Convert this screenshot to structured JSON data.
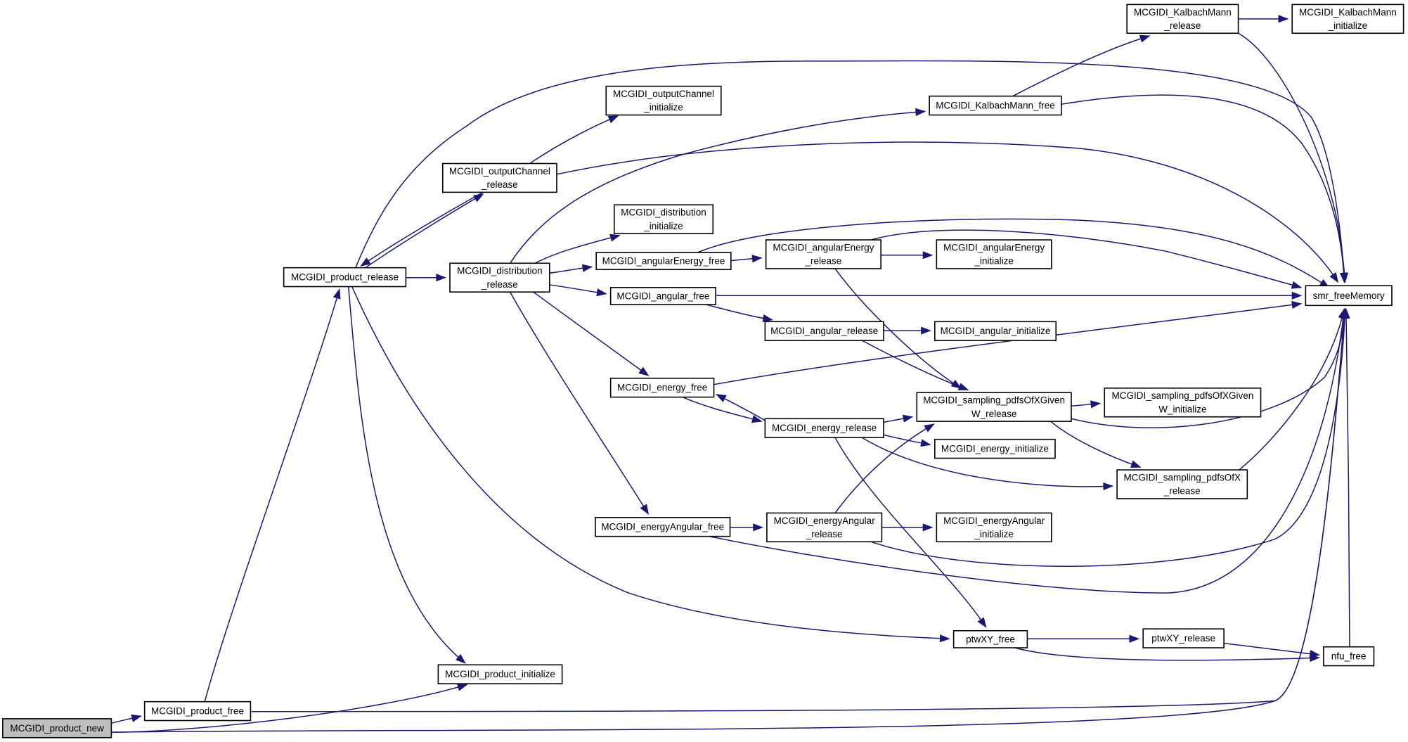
{
  "graph": {
    "nodes": [
      {
        "id": "product_new",
        "lines": [
          "MCGIDI_product_new"
        ],
        "root": true
      },
      {
        "id": "product_free",
        "lines": [
          "MCGIDI_product_free"
        ]
      },
      {
        "id": "product_release",
        "lines": [
          "MCGIDI_product_release"
        ]
      },
      {
        "id": "product_initialize",
        "lines": [
          "MCGIDI_product_initialize"
        ]
      },
      {
        "id": "outputChannel_release",
        "lines": [
          "MCGIDI_outputChannel",
          "_release"
        ]
      },
      {
        "id": "outputChannel_initialize",
        "lines": [
          "MCGIDI_outputChannel",
          "_initialize"
        ]
      },
      {
        "id": "distribution_release",
        "lines": [
          "MCGIDI_distribution",
          "_release"
        ]
      },
      {
        "id": "distribution_initialize",
        "lines": [
          "MCGIDI_distribution",
          "_initialize"
        ]
      },
      {
        "id": "angularEnergy_free",
        "lines": [
          "MCGIDI_angularEnergy_free"
        ]
      },
      {
        "id": "angularEnergy_release",
        "lines": [
          "MCGIDI_angularEnergy",
          "_release"
        ]
      },
      {
        "id": "angularEnergy_initialize",
        "lines": [
          "MCGIDI_angularEnergy",
          "_initialize"
        ]
      },
      {
        "id": "angular_free",
        "lines": [
          "MCGIDI_angular_free"
        ]
      },
      {
        "id": "angular_release",
        "lines": [
          "MCGIDI_angular_release"
        ]
      },
      {
        "id": "angular_initialize",
        "lines": [
          "MCGIDI_angular_initialize"
        ]
      },
      {
        "id": "energy_free",
        "lines": [
          "MCGIDI_energy_free"
        ]
      },
      {
        "id": "energy_release",
        "lines": [
          "MCGIDI_energy_release"
        ]
      },
      {
        "id": "energy_initialize",
        "lines": [
          "MCGIDI_energy_initialize"
        ]
      },
      {
        "id": "energyAngular_free",
        "lines": [
          "MCGIDI_energyAngular_free"
        ]
      },
      {
        "id": "energyAngular_release",
        "lines": [
          "MCGIDI_energyAngular",
          "_release"
        ]
      },
      {
        "id": "energyAngular_initialize",
        "lines": [
          "MCGIDI_energyAngular",
          "_initialize"
        ]
      },
      {
        "id": "KalbachMann_free",
        "lines": [
          "MCGIDI_KalbachMann_free"
        ]
      },
      {
        "id": "KalbachMann_release",
        "lines": [
          "MCGIDI_KalbachMann",
          "_release"
        ]
      },
      {
        "id": "KalbachMann_initialize",
        "lines": [
          "MCGIDI_KalbachMann",
          "_initialize"
        ]
      },
      {
        "id": "pdfsOfXGivenW_release",
        "lines": [
          "MCGIDI_sampling_pdfsOfXGiven",
          "W_release"
        ]
      },
      {
        "id": "pdfsOfXGivenW_initialize",
        "lines": [
          "MCGIDI_sampling_pdfsOfXGiven",
          "W_initialize"
        ]
      },
      {
        "id": "pdfsOfX_release",
        "lines": [
          "MCGIDI_sampling_pdfsOfX",
          "_release"
        ]
      },
      {
        "id": "ptwXY_free",
        "lines": [
          "ptwXY_free"
        ]
      },
      {
        "id": "ptwXY_release",
        "lines": [
          "ptwXY_release"
        ]
      },
      {
        "id": "nfu_free",
        "lines": [
          "nfu_free"
        ]
      },
      {
        "id": "smr_freeMemory",
        "lines": [
          "smr_freeMemory"
        ]
      }
    ],
    "edges": [
      [
        "product_new",
        "product_free"
      ],
      [
        "product_new",
        "product_initialize"
      ],
      [
        "product_new",
        "smr_freeMemory"
      ],
      [
        "product_free",
        "product_release"
      ],
      [
        "product_free",
        "smr_freeMemory"
      ],
      [
        "product_release",
        "outputChannel_release"
      ],
      [
        "product_release",
        "distribution_release"
      ],
      [
        "product_release",
        "smr_freeMemory"
      ],
      [
        "product_release",
        "product_initialize"
      ],
      [
        "product_release",
        "ptwXY_free"
      ],
      [
        "outputChannel_release",
        "product_release"
      ],
      [
        "outputChannel_release",
        "outputChannel_initialize"
      ],
      [
        "outputChannel_release",
        "smr_freeMemory"
      ],
      [
        "distribution_release",
        "distribution_initialize"
      ],
      [
        "distribution_release",
        "angularEnergy_free"
      ],
      [
        "distribution_release",
        "angular_free"
      ],
      [
        "distribution_release",
        "energy_free"
      ],
      [
        "distribution_release",
        "energyAngular_free"
      ],
      [
        "distribution_release",
        "KalbachMann_free"
      ],
      [
        "angularEnergy_free",
        "angularEnergy_release"
      ],
      [
        "angularEnergy_free",
        "smr_freeMemory"
      ],
      [
        "angularEnergy_release",
        "angularEnergy_initialize"
      ],
      [
        "angularEnergy_release",
        "pdfsOfXGivenW_release"
      ],
      [
        "angularEnergy_release",
        "smr_freeMemory"
      ],
      [
        "angular_free",
        "angular_release"
      ],
      [
        "angular_free",
        "smr_freeMemory"
      ],
      [
        "angular_release",
        "angular_initialize"
      ],
      [
        "angular_release",
        "pdfsOfXGivenW_release"
      ],
      [
        "angular_release",
        "smr_freeMemory"
      ],
      [
        "energy_free",
        "energy_release"
      ],
      [
        "energy_free",
        "smr_freeMemory"
      ],
      [
        "energy_release",
        "energy_free"
      ],
      [
        "energy_release",
        "pdfsOfXGivenW_release"
      ],
      [
        "energy_release",
        "energy_initialize"
      ],
      [
        "energy_release",
        "pdfsOfX_release"
      ],
      [
        "energy_release",
        "ptwXY_free"
      ],
      [
        "energyAngular_free",
        "energyAngular_release"
      ],
      [
        "energyAngular_free",
        "smr_freeMemory"
      ],
      [
        "energyAngular_release",
        "pdfsOfXGivenW_release"
      ],
      [
        "energyAngular_release",
        "energyAngular_initialize"
      ],
      [
        "energyAngular_release",
        "smr_freeMemory"
      ],
      [
        "KalbachMann_free",
        "KalbachMann_release"
      ],
      [
        "KalbachMann_free",
        "smr_freeMemory"
      ],
      [
        "KalbachMann_release",
        "KalbachMann_initialize"
      ],
      [
        "KalbachMann_release",
        "smr_freeMemory"
      ],
      [
        "pdfsOfXGivenW_release",
        "pdfsOfXGivenW_initialize"
      ],
      [
        "pdfsOfXGivenW_release",
        "pdfsOfX_release"
      ],
      [
        "pdfsOfXGivenW_release",
        "smr_freeMemory"
      ],
      [
        "pdfsOfX_release",
        "smr_freeMemory"
      ],
      [
        "ptwXY_free",
        "ptwXY_release"
      ],
      [
        "ptwXY_free",
        "nfu_free"
      ],
      [
        "ptwXY_release",
        "nfu_free"
      ],
      [
        "nfu_free",
        "smr_freeMemory"
      ]
    ]
  }
}
